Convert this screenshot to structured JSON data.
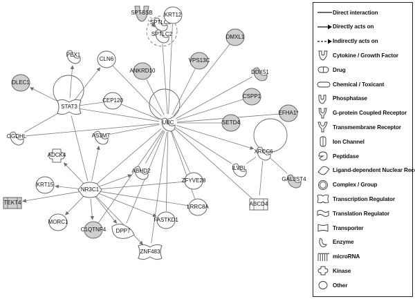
{
  "nodes": [
    {
      "id": "SPTSSB",
      "label": "SPTSSB",
      "shaded": true
    },
    {
      "id": "SPTLC3",
      "label": "SPTLC3",
      "shaded": false
    },
    {
      "id": "KRT12",
      "label": "KRT12",
      "shaded": false
    },
    {
      "id": "SPTLC2",
      "label": "SPTLC2",
      "shaded": false
    },
    {
      "id": "DMXL1",
      "label": "DMXL1",
      "shaded": true
    },
    {
      "id": "PEX1",
      "label": "PEX1",
      "shaded": false
    },
    {
      "id": "CLN6",
      "label": "CLN6",
      "shaded": false
    },
    {
      "id": "ANKRD10",
      "label": "ANKRD10",
      "shaded": true
    },
    {
      "id": "VPS13C",
      "label": "VPS13C",
      "shaded": true
    },
    {
      "id": "DDX51",
      "label": "DDX51",
      "shaded": true
    },
    {
      "id": "DLEC1",
      "label": "DLEC1",
      "shaded": true
    },
    {
      "id": "CSPP1",
      "label": "CSPP1",
      "shaded": true
    },
    {
      "id": "STAT3",
      "label": "STAT3",
      "shaded": false
    },
    {
      "id": "CEP120",
      "label": "CEP120",
      "shaded": false
    },
    {
      "id": "EFHA1",
      "label": "EFHA1*",
      "shaded": true
    },
    {
      "id": "UBC",
      "label": "UBC",
      "shaded": false
    },
    {
      "id": "SETD4",
      "label": "SETD4",
      "shaded": true
    },
    {
      "id": "OGDHL",
      "label": "OGDHL",
      "shaded": false
    },
    {
      "id": "AS3MT",
      "label": "AS3MT",
      "shaded": false
    },
    {
      "id": "XRCC6",
      "label": "XRCC6",
      "shaded": false
    },
    {
      "id": "ADCK4",
      "label": "ADCK4",
      "shaded": false
    },
    {
      "id": "ILVBL",
      "label": "ILVBL",
      "shaded": false
    },
    {
      "id": "ABHD2",
      "label": "ABHD2",
      "shaded": false
    },
    {
      "id": "GAL3ST4",
      "label": "GAL3ST4",
      "shaded": true
    },
    {
      "id": "KRT15",
      "label": "KRT15",
      "shaded": false
    },
    {
      "id": "ZFYVE28",
      "label": "ZFYVE28",
      "shaded": false
    },
    {
      "id": "NR3C1",
      "label": "NR3C1",
      "shaded": false
    },
    {
      "id": "TEKT4",
      "label": "TEKT4",
      "shaded": true
    },
    {
      "id": "LRRC8A",
      "label": "LRRC8A",
      "shaded": false
    },
    {
      "id": "ABCD4",
      "label": "ABCD4",
      "shaded": false
    },
    {
      "id": "MORC1",
      "label": "MORC1",
      "shaded": false
    },
    {
      "id": "C1QTNF4",
      "label": "C1QTNF4",
      "shaded": true
    },
    {
      "id": "DPP7",
      "label": "DPP7",
      "shaded": false
    },
    {
      "id": "FASTKD1",
      "label": "FASTKD1",
      "shaded": false
    },
    {
      "id": "ZNF483",
      "label": "ZNF483",
      "shaded": false
    }
  ],
  "edges": [
    {
      "from": "SPTSSB",
      "to": "SPTLC3",
      "kind": "direct"
    },
    {
      "from": "SPTSSB",
      "to": "SPTLC2",
      "kind": "indirect"
    },
    {
      "from": "UBC",
      "to": "KRT12",
      "kind": "direct"
    },
    {
      "from": "UBC",
      "to": "SPTLC2",
      "kind": "direct"
    },
    {
      "from": "UBC",
      "to": "DMXL1",
      "kind": "direct"
    },
    {
      "from": "UBC",
      "to": "CLN6",
      "kind": "direct"
    },
    {
      "from": "UBC",
      "to": "ANKRD10",
      "kind": "direct"
    },
    {
      "from": "UBC",
      "to": "VPS13C",
      "kind": "direct"
    },
    {
      "from": "UBC",
      "to": "DDX51",
      "kind": "direct"
    },
    {
      "from": "UBC",
      "to": "CSPP1",
      "kind": "direct"
    },
    {
      "from": "UBC",
      "to": "EFHA1",
      "kind": "direct"
    },
    {
      "from": "UBC",
      "to": "SETD4",
      "kind": "direct"
    },
    {
      "from": "UBC",
      "to": "CEP120",
      "kind": "direct"
    },
    {
      "from": "UBC",
      "to": "STAT3",
      "kind": "direct"
    },
    {
      "from": "UBC",
      "to": "OGDHL",
      "kind": "direct"
    },
    {
      "from": "UBC",
      "to": "AS3MT",
      "kind": "direct"
    },
    {
      "from": "UBC",
      "to": "XRCC6",
      "kind": "acts"
    },
    {
      "from": "UBC",
      "to": "ILVBL",
      "kind": "direct"
    },
    {
      "from": "UBC",
      "to": "ABHD2",
      "kind": "direct"
    },
    {
      "from": "UBC",
      "to": "ZFYVE28",
      "kind": "direct"
    },
    {
      "from": "UBC",
      "to": "NR3C1",
      "kind": "direct"
    },
    {
      "from": "UBC",
      "to": "LRRC8A",
      "kind": "direct"
    },
    {
      "from": "UBC",
      "to": "ABCD4",
      "kind": "direct"
    },
    {
      "from": "UBC",
      "to": "FASTKD1",
      "kind": "direct"
    },
    {
      "from": "UBC",
      "to": "DPP7",
      "kind": "direct"
    },
    {
      "from": "UBC",
      "to": "ZNF483",
      "kind": "direct"
    },
    {
      "from": "UBC",
      "to": "C1QTNF4",
      "kind": "direct"
    },
    {
      "from": "STAT3",
      "to": "DLEC1",
      "kind": "acts"
    },
    {
      "from": "STAT3",
      "to": "PEX1",
      "kind": "acts"
    },
    {
      "from": "STAT3",
      "to": "CLN6",
      "kind": "acts"
    },
    {
      "from": "STAT3",
      "to": "OGDHL",
      "kind": "direct"
    },
    {
      "from": "STAT3",
      "to": "CEP120",
      "kind": "direct"
    },
    {
      "from": "STAT3",
      "to": "NR3C1",
      "kind": "direct"
    },
    {
      "from": "NR3C1",
      "to": "AS3MT",
      "kind": "acts"
    },
    {
      "from": "NR3C1",
      "to": "ADCK4",
      "kind": "acts"
    },
    {
      "from": "NR3C1",
      "to": "KRT15",
      "kind": "acts"
    },
    {
      "from": "NR3C1",
      "to": "TEKT4",
      "kind": "acts"
    },
    {
      "from": "NR3C1",
      "to": "ABHD2",
      "kind": "acts"
    },
    {
      "from": "NR3C1",
      "to": "ZFYVE28",
      "kind": "direct"
    },
    {
      "from": "NR3C1",
      "to": "LRRC8A",
      "kind": "direct"
    },
    {
      "from": "NR3C1",
      "to": "MORC1",
      "kind": "acts"
    },
    {
      "from": "NR3C1",
      "to": "C1QTNF4",
      "kind": "acts"
    },
    {
      "from": "NR3C1",
      "to": "DPP7",
      "kind": "acts"
    },
    {
      "from": "NR3C1",
      "to": "FASTKD1",
      "kind": "acts"
    },
    {
      "from": "NR3C1",
      "to": "ZNF483",
      "kind": "acts"
    },
    {
      "from": "XRCC6",
      "to": "ILVBL",
      "kind": "direct"
    },
    {
      "from": "XRCC6",
      "to": "GAL3ST4",
      "kind": "direct"
    },
    {
      "from": "XRCC6",
      "to": "ABCD4",
      "kind": "direct"
    }
  ],
  "self_loops": [
    "UBC",
    "STAT3",
    "XRCC6"
  ],
  "legend": [
    {
      "symbol": "direct-interaction",
      "label": "Direct interaction"
    },
    {
      "symbol": "directly-acts-on",
      "label": "Directly acts on"
    },
    {
      "symbol": "indirectly-acts-on",
      "label": "Indirectly acts on"
    },
    {
      "symbol": "cytokine",
      "label": "Cytokine / Growth Factor"
    },
    {
      "symbol": "drug",
      "label": "Drug"
    },
    {
      "symbol": "chemical",
      "label": "Chemical / Toxicant"
    },
    {
      "symbol": "phosphatase",
      "label": "Phosphatase"
    },
    {
      "symbol": "gpcr",
      "label": "G-protein Coupled Receptor"
    },
    {
      "symbol": "transmembrane",
      "label": "Transmembrane Receptor"
    },
    {
      "symbol": "ion-channel",
      "label": "Ion Channel"
    },
    {
      "symbol": "peptidase",
      "label": "Peptidase"
    },
    {
      "symbol": "ligand-nuclear",
      "label": "Ligand-dependent Nuclear Receptor"
    },
    {
      "symbol": "complex",
      "label": "Complex / Group"
    },
    {
      "symbol": "transcription",
      "label": "Transcription Regulator"
    },
    {
      "symbol": "translation",
      "label": "Translation Regulator"
    },
    {
      "symbol": "transporter",
      "label": "Transporter"
    },
    {
      "symbol": "enzyme",
      "label": "Enzyme"
    },
    {
      "symbol": "microrna",
      "label": "microRNA"
    },
    {
      "symbol": "kinase",
      "label": "Kinase"
    },
    {
      "symbol": "other",
      "label": "Other"
    }
  ],
  "colors": {
    "shaded_fill": "#cfcfcf",
    "plain_fill": "#ffffff",
    "stroke": "#666666",
    "edge": "#7a7a7a"
  }
}
